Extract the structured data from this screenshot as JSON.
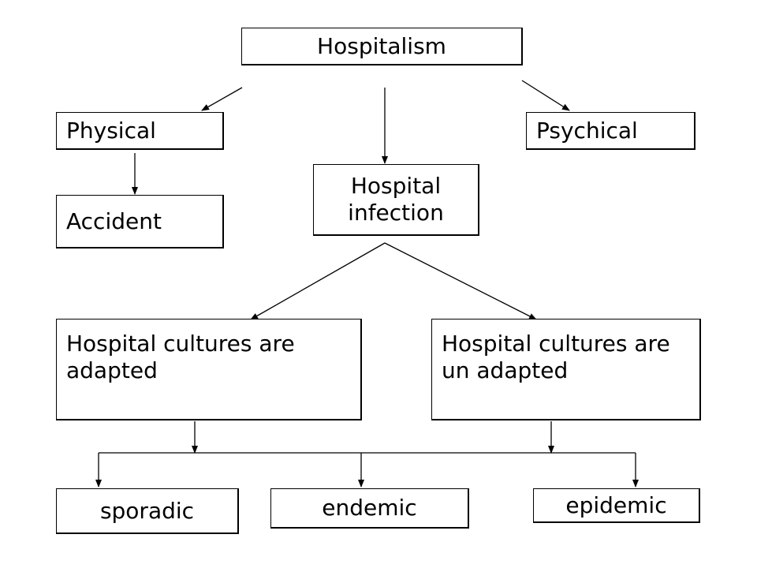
{
  "nodes": {
    "root": "Hospitalism",
    "physical": "Physical",
    "psychical": "Psychical",
    "accident": "Accident",
    "hospital_infection": "Hospital infection",
    "cultures_adapted": "Hospital cultures are adapted",
    "cultures_unadapted": "Hospital cultures are un adapted",
    "sporadic": "sporadic",
    "endemic": "endemic",
    "epidemic": "epidemic"
  },
  "edges": [
    [
      "root",
      "physical"
    ],
    [
      "root",
      "hospital_infection"
    ],
    [
      "root",
      "psychical"
    ],
    [
      "physical",
      "accident"
    ],
    [
      "hospital_infection",
      "cultures_adapted"
    ],
    [
      "hospital_infection",
      "cultures_unadapted"
    ],
    [
      "cultures_adapted",
      "sporadic"
    ],
    [
      "cultures_adapted",
      "endemic"
    ],
    [
      "cultures_adapted",
      "epidemic"
    ],
    [
      "cultures_unadapted",
      "sporadic"
    ],
    [
      "cultures_unadapted",
      "endemic"
    ],
    [
      "cultures_unadapted",
      "epidemic"
    ]
  ]
}
